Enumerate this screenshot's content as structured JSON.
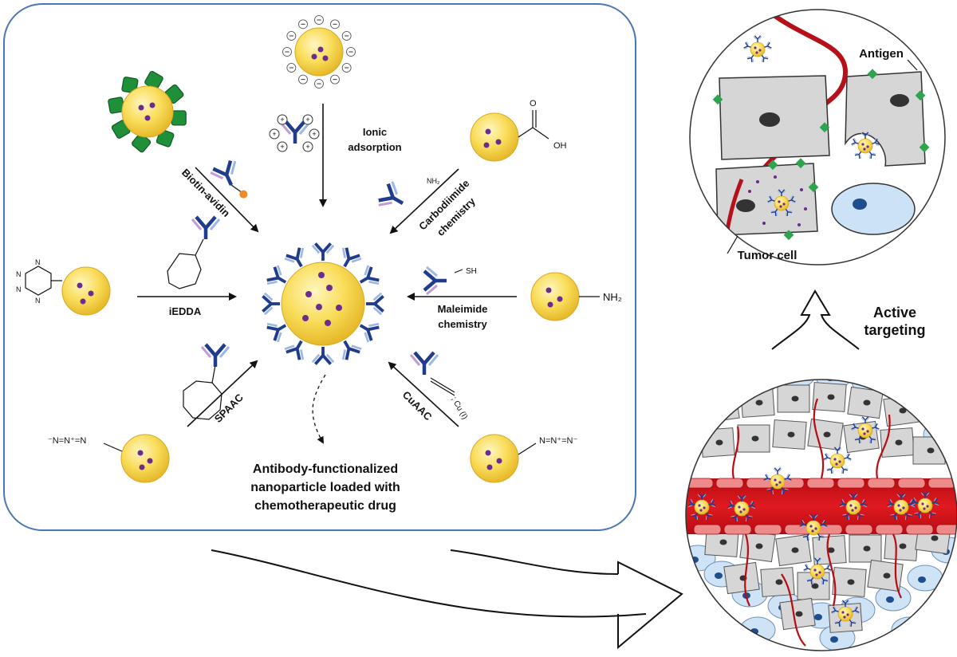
{
  "methods": {
    "ionic": [
      "Ionic",
      "adsorption"
    ],
    "biotin": "Biotin-avidin",
    "carbodiimide": [
      "Carbodiimide",
      "chemistry"
    ],
    "iedda": "iEDDA",
    "maleimide": [
      "Maleimide",
      "chemistry"
    ],
    "spaac": "SPAAC",
    "cuaac": "CuAAC"
  },
  "chem": {
    "oh": "OH",
    "nh2_small": "NH₂",
    "sh": "SH",
    "nh2": "NH₂",
    "cu": "; Cu (I)",
    "azide_left": "⁻N=N⁺=N",
    "azide_right": "N=N⁺=N⁻"
  },
  "product": [
    "Antibody-functionalized",
    "nanoparticle loaded with",
    "chemotherapeutic drug"
  ],
  "tumor_labels": {
    "antigen": "Antigen",
    "tumor_cell": "Tumor cell"
  },
  "targeting": [
    "Active",
    "targeting"
  ],
  "colors": {
    "np_fill": "#f9dd5a",
    "drug": "#6a2c8e",
    "vessel": "#d8121a",
    "box_border": "#4a76b8"
  }
}
